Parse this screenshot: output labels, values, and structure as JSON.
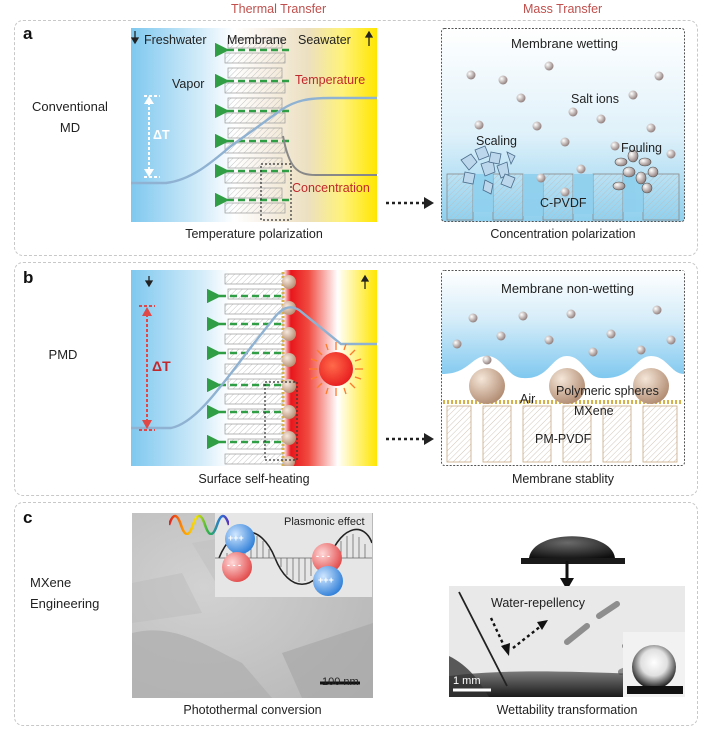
{
  "titles": {
    "thermal": "Thermal Transfer",
    "mass": "Mass Transfer"
  },
  "panel_a": {
    "letter": "a",
    "row_label_1": "Conventional",
    "row_label_2": "MD",
    "freshwater": "Freshwater",
    "membrane": "Membrane",
    "seawater": "Seawater",
    "vapor": "Vapor",
    "temperature": "Temperature",
    "concentration": "Concentration",
    "delta_t": "ΔT",
    "caption_left": "Temperature polarization",
    "wetting": "Membrane wetting",
    "salt_ions": "Salt ions",
    "scaling": "Scaling",
    "fouling": "Fouling",
    "cpvdf": "C-PVDF",
    "caption_right": "Concentration polarization"
  },
  "panel_b": {
    "letter": "b",
    "row_label": "PMD",
    "delta_t": "ΔT",
    "caption_left": "Surface self-heating",
    "non_wetting": "Membrane non-wetting",
    "air": "Air",
    "spheres": "Polymeric spheres",
    "mxene": "MXene",
    "pmpvdf": "PM-PVDF",
    "caption_right": "Membrane stablity"
  },
  "panel_c": {
    "letter": "c",
    "row_label_1": "MXene",
    "row_label_2": "Engineering",
    "plasmonic": "Plasmonic effect",
    "plus": "+++",
    "minus": "- - -",
    "scalebar_left": "100 nm",
    "caption_left": "Photothermal conversion",
    "water_repellency": "Water-repellency",
    "scalebar_right": "1 mm",
    "caption_right": "Wettability transformation"
  },
  "colors": {
    "accent_red": "#c0504d",
    "freshwater_blue": "#7fc8ef",
    "seawater_yellow": "#ffe600",
    "heat_red": "#e8161b",
    "arrow_green": "#2f9e44",
    "curve_blue": "#8fb2d2"
  }
}
